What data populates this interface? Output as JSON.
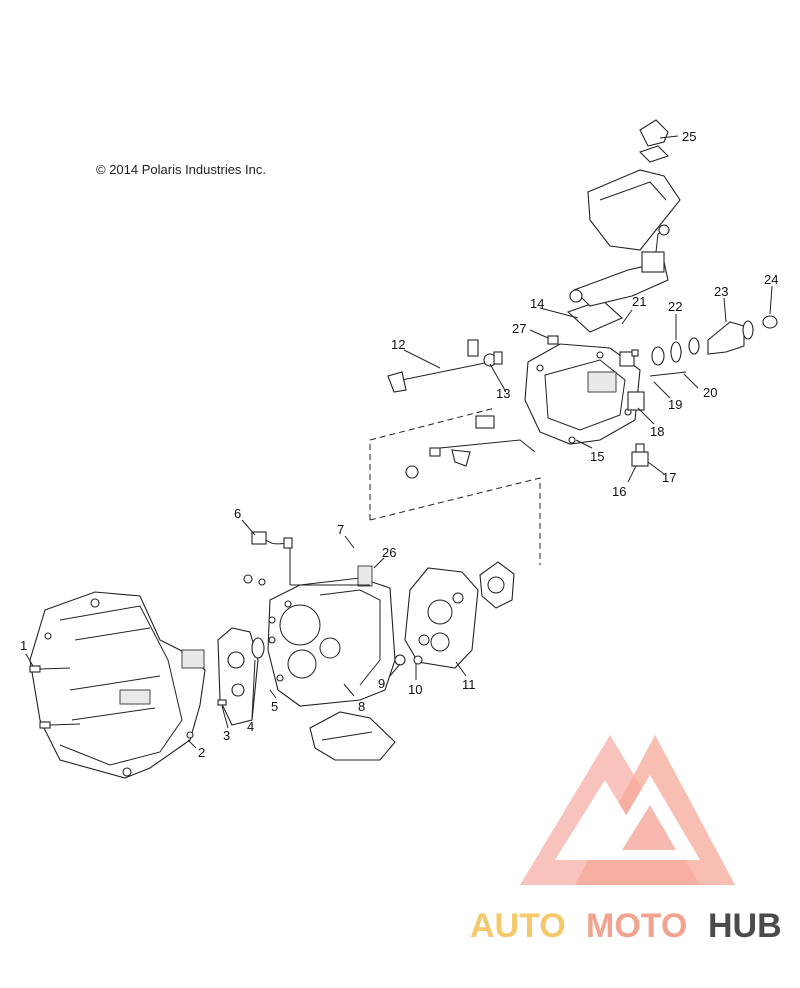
{
  "copyright": "© 2014 Polaris Industries Inc.",
  "callouts": {
    "c1": "1",
    "c2": "2",
    "c3": "3",
    "c4": "4",
    "c5": "5",
    "c6": "6",
    "c7": "7",
    "c8": "8",
    "c9": "9",
    "c10": "10",
    "c11": "11",
    "c12": "12",
    "c13": "13",
    "c14": "14",
    "c15": "15",
    "c16": "16",
    "c17": "17",
    "c18": "18",
    "c19": "19",
    "c20": "20",
    "c21": "21",
    "c22": "22",
    "c23": "23",
    "c24": "24",
    "c25": "25",
    "c26": "26",
    "c27": "27"
  },
  "watermark": {
    "part1": "AUTO",
    "part2": "MOTO",
    "part3": "HUB"
  },
  "colors": {
    "watermark_light": "#f7b8b0",
    "watermark_mid": "#f1a38f",
    "watermark_gold": "#f5c96b",
    "watermark_dark": "#4a4a4a"
  }
}
